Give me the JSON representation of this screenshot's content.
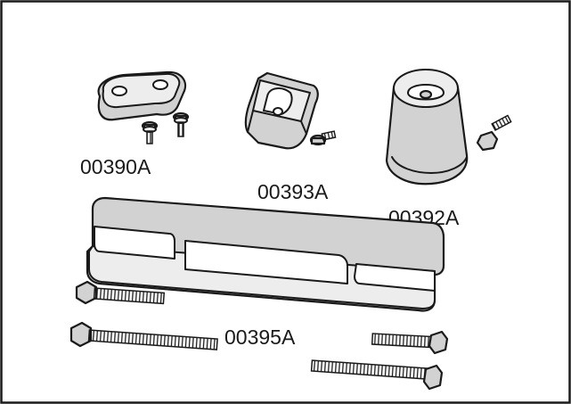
{
  "parts": [
    {
      "id": "p1",
      "label": "00390A"
    },
    {
      "id": "p2",
      "label": "00393A"
    },
    {
      "id": "p3",
      "label": "00392A"
    },
    {
      "id": "p4",
      "label": "00395A"
    }
  ],
  "colors": {
    "frame": "#1a1a1a",
    "part_fill": "#d2d2d2",
    "background": "#ffffff"
  }
}
